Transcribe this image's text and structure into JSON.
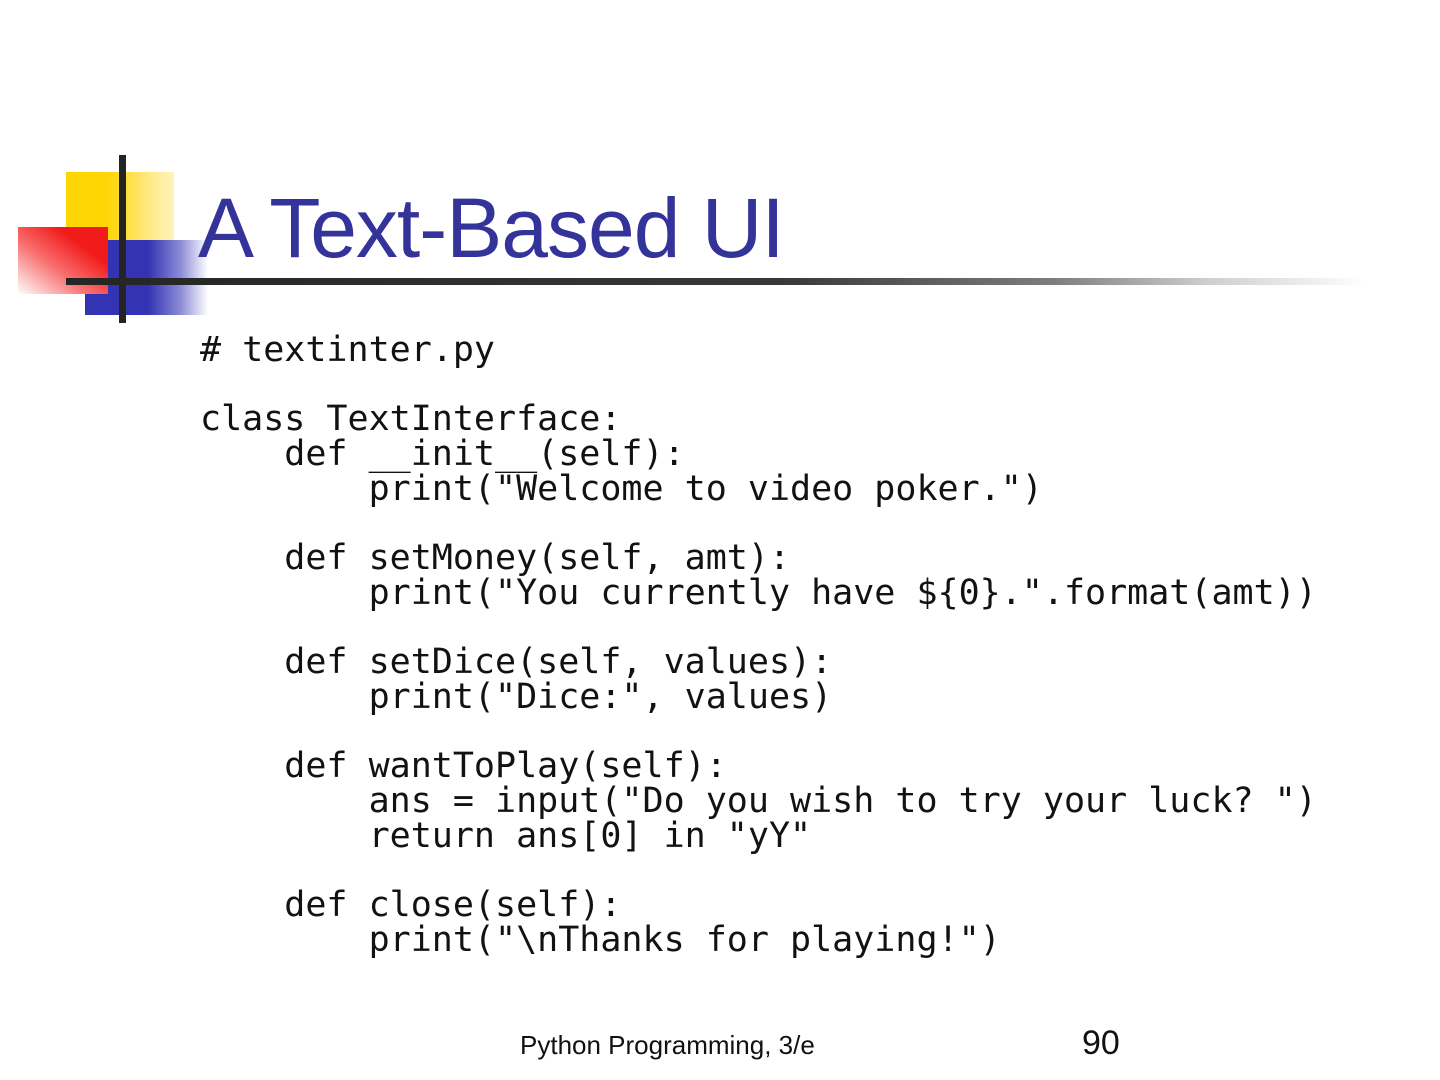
{
  "slide": {
    "title": "A Text-Based UI",
    "code": "# textinter.py\n\nclass TextInterface:\n    def __init__(self):\n        print(\"Welcome to video poker.\")\n\n    def setMoney(self, amt):\n        print(\"You currently have ${0}.\".format(amt))\n\n    def setDice(self, values):\n        print(\"Dice:\", values)\n\n    def wantToPlay(self):\n        ans = input(\"Do you wish to try your luck? \")\n        return ans[0] in \"yY\"\n\n    def close(self):\n        print(\"\\nThanks for playing!\")",
    "footer": {
      "book_title": "Python Programming, 3/e",
      "page_number": "90"
    },
    "colors": {
      "title_text": "#333399",
      "accent_yellow": "#FFD503",
      "accent_red": "#F21B1B",
      "accent_blue": "#3333B3",
      "rule_dark": "#242424"
    }
  }
}
